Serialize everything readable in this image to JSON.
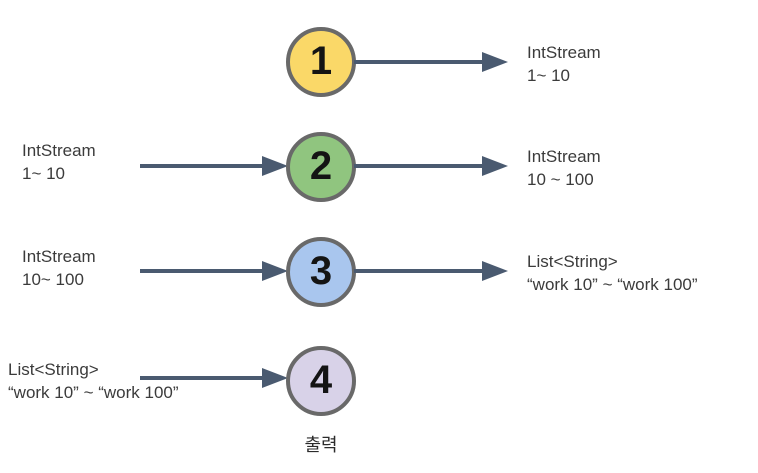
{
  "diagram": {
    "caption": "출력",
    "colors": {
      "arrow": "#4A5A70",
      "circle_border": "#696969",
      "label_text": "#3B3B3B",
      "number_text": "#141414"
    },
    "steps": [
      {
        "number": "1",
        "fill": "#FAD868",
        "input_label": "",
        "output_label": "IntStream\n1~ 10"
      },
      {
        "number": "2",
        "fill": "#90C57F",
        "input_label": "IntStream\n1~ 10",
        "output_label": "IntStream\n10 ~ 100"
      },
      {
        "number": "3",
        "fill": "#A9C6EE",
        "input_label": "IntStream\n10~ 100",
        "output_label": "List<String>\n“work 10” ~ “work 100”"
      },
      {
        "number": "4",
        "fill": "#D8D2E8",
        "input_label": "List<String>\n“work 10” ~ “work 100”",
        "output_label": ""
      }
    ]
  }
}
